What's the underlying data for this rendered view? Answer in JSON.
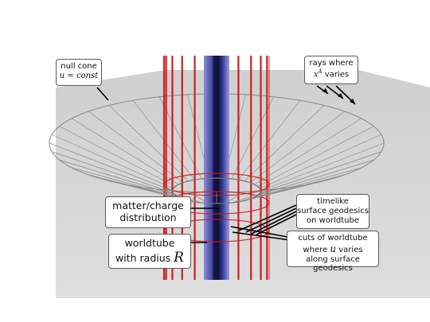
{
  "labels": {
    "null_cone_line1": "null cone",
    "null_cone_line2": "u = const",
    "rays_line1": "rays where",
    "rays_symbol": "x",
    "rays_sup": "A",
    "rays_line2": "varies",
    "matter_line1": "matter/charge",
    "matter_line2": "distribution",
    "worldtube_line1": "worldtube",
    "worldtube_line2": "with radius",
    "worldtube_symbol": "R",
    "timelike_line1": "timelike",
    "timelike_line2": "surface geodesics",
    "timelike_line3": "on worldtube",
    "cuts_line1": "cuts of worldtube",
    "cuts_line2a": "where",
    "cuts_symbol": "u",
    "cuts_line2b": "varies",
    "cuts_line3": "along surface geodesics"
  },
  "colors": {
    "floor": "#d3d3d3",
    "tube_lines": "#cc1a1a",
    "core": "#3a3f9a",
    "core_dark": "#10123a",
    "cone_lines": "#8a8a8a"
  }
}
